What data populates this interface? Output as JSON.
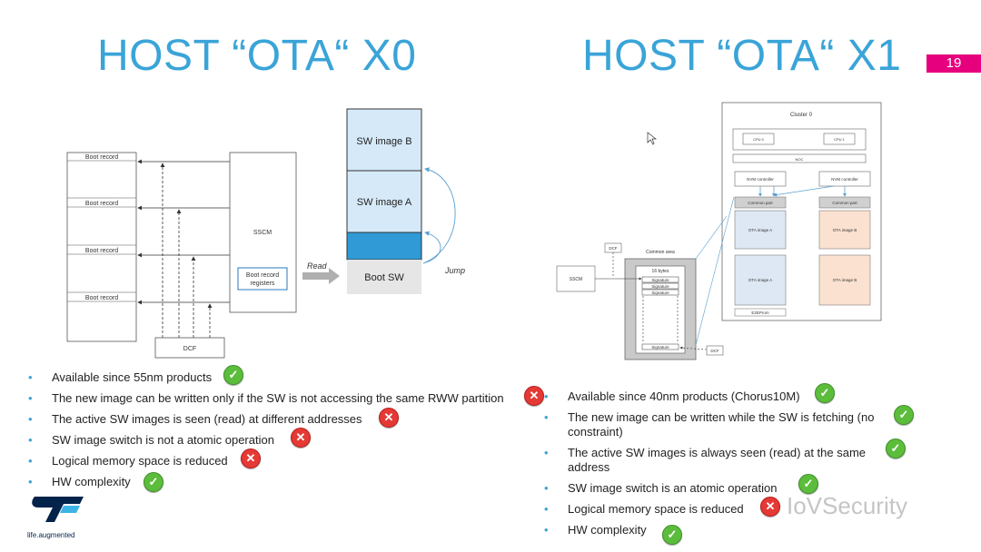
{
  "slide": {
    "title_left": "HOST “OTA“ X0",
    "title_right": "HOST “OTA“ X1",
    "page_number": "19"
  },
  "diagram_x0": {
    "boot_records": [
      "Boot record",
      "Boot record",
      "Boot record",
      "Boot record"
    ],
    "sscm": "SSCM",
    "registers": [
      "Boot record",
      "registers"
    ],
    "dcf": "DCF",
    "read": "Read",
    "jump": "Jump",
    "sw_b": "SW image B",
    "sw_a": "SW image A",
    "boot_sw": "Boot SW"
  },
  "diagram_x1": {
    "cluster": "Cluster 0",
    "cpu0": "CPU 0",
    "cpu1": "CPU 1",
    "noc": "NOC",
    "nvm_left": "NVM controller",
    "nvm_right": "NVM controller",
    "common_left": "Common part",
    "common_right": "Common part",
    "ota_a1": "OTA image A",
    "ota_a2": "OTA image A",
    "ota_b1": "OTA image B",
    "ota_b2": "OTA image B",
    "eeprom": "E2EProm",
    "dcf_top": "DCF",
    "dcf_bottom": "DCF",
    "common_area": "Common area",
    "bytes": "16 bytes",
    "sig1": "Signature",
    "sig2": "Signature",
    "sig3": "Signature",
    "sig4": "Signature",
    "sscm": "SSCM"
  },
  "bullets_left": [
    {
      "text": "Available since 55nm products",
      "status": "ok"
    },
    {
      "text": "The new image can be written only if the SW is not accessing the same RWW partition",
      "status": "ko"
    },
    {
      "text": "The active SW images is seen (read) at different addresses",
      "status": "ko"
    },
    {
      "text": "SW image switch is not a atomic operation",
      "status": "ko"
    },
    {
      "text": "Logical memory space is reduced",
      "status": "ko"
    },
    {
      "text": "HW complexity",
      "status": "ok"
    }
  ],
  "bullets_right": [
    {
      "text": "Available since 40nm products (Chorus10M)",
      "status": "ok"
    },
    {
      "text": "The new image can be written while the SW is fetching (no constraint)",
      "status": "ok"
    },
    {
      "text": "The active SW images is always seen (read) at the same address",
      "status": "ok"
    },
    {
      "text": "SW image switch is an atomic operation",
      "status": "ok"
    },
    {
      "text": "Logical memory space is reduced",
      "status": "ko"
    },
    {
      "text": "HW complexity",
      "status": "ok"
    }
  ],
  "logo": {
    "tagline": "life.augmented"
  },
  "watermark": "IoVSecurity",
  "colors": {
    "accent": "#3aa4d8",
    "page_badge": "#e6007e",
    "ok": "#5bbd3b",
    "ko": "#e53935",
    "sw_box": "#d6e9f8",
    "sw_fill": "#2f9ad6"
  }
}
